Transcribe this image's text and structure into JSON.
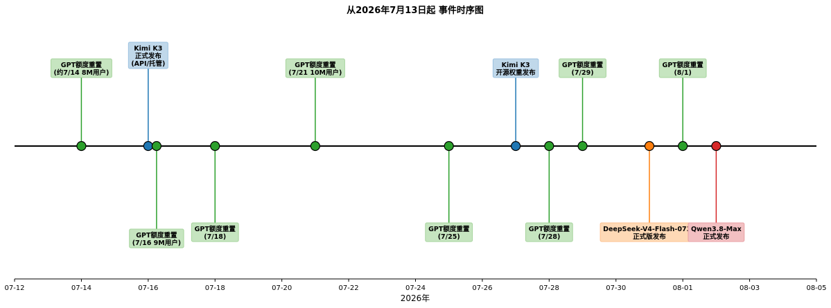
{
  "chart_data": {
    "type": "timeline",
    "title": "从2026年7月13日起 事件时序图",
    "xlabel": "2026年",
    "xlim": [
      "2026-07-12",
      "2026-08-05"
    ],
    "x_ticks": [
      "07-12",
      "07-14",
      "07-16",
      "07-18",
      "07-20",
      "07-22",
      "07-24",
      "07-26",
      "07-28",
      "07-30",
      "08-01",
      "08-03",
      "08-05"
    ],
    "colors": {
      "green": "#2ca02c",
      "blue": "#1f77b4",
      "orange": "#ff7f0e",
      "red": "#d62728"
    },
    "events": [
      {
        "date": "2026-07-14",
        "label": "GPT额度重置\n(约7/14 8M用户)",
        "color": "green",
        "side": "above",
        "level": "low"
      },
      {
        "date": "2026-07-16",
        "label": "Kimi K3\n正式发布\n(API/托管)",
        "color": "blue",
        "side": "above",
        "level": "high"
      },
      {
        "date": "2026-07-16.25",
        "label": "GPT额度重置\n(7/16 9M用户)",
        "color": "green",
        "side": "below",
        "level": "low"
      },
      {
        "date": "2026-07-18",
        "label": "GPT额度重置\n(7/18)",
        "color": "green",
        "side": "below",
        "level": "high"
      },
      {
        "date": "2026-07-21",
        "label": "GPT额度重置\n(7/21 10M用户)",
        "color": "green",
        "side": "above",
        "level": "low"
      },
      {
        "date": "2026-07-25",
        "label": "GPT额度重置\n(7/25)",
        "color": "green",
        "side": "below",
        "level": "high"
      },
      {
        "date": "2026-07-27",
        "label": "Kimi K3\n开源权重发布",
        "color": "blue",
        "side": "above",
        "level": "low"
      },
      {
        "date": "2026-07-28",
        "label": "GPT额度重置\n(7/28)",
        "color": "green",
        "side": "below",
        "level": "high"
      },
      {
        "date": "2026-07-29",
        "label": "GPT额度重置\n(7/29)",
        "color": "green",
        "side": "above",
        "level": "low"
      },
      {
        "date": "2026-07-31",
        "label": "DeepSeek-V4-Flash-0731\n正式版发布",
        "color": "orange",
        "side": "below",
        "level": "high"
      },
      {
        "date": "2026-08-01",
        "label": "GPT额度重置\n(8/1)",
        "color": "green",
        "side": "above",
        "level": "low"
      },
      {
        "date": "2026-08-02",
        "label": "Qwen3.8-Max\n正式发布",
        "color": "red",
        "side": "below",
        "level": "high"
      }
    ]
  }
}
